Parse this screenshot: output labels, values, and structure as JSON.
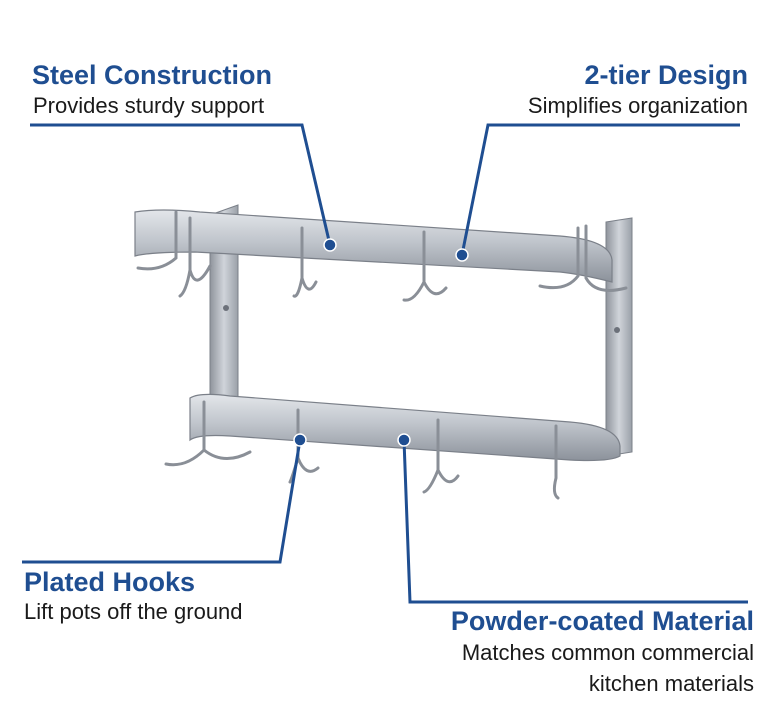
{
  "colors": {
    "accent": "#1f4e91",
    "steel_light": "#d4d8de",
    "steel_mid": "#a9aeb6",
    "steel_dark": "#7b8089",
    "hook": "#8a8f97"
  },
  "callouts": {
    "steel": {
      "title": "Steel Construction",
      "desc": "Provides sturdy support"
    },
    "tier": {
      "title": "2-tier Design",
      "desc": "Simplifies organization"
    },
    "hooks": {
      "title": "Plated Hooks",
      "desc": "Lift pots off the ground"
    },
    "material": {
      "title": "Powder-coated Material",
      "desc_line1": "Matches common commercial",
      "desc_line2": "kitchen materials"
    }
  },
  "icons": {
    "product": "pot-rack-illustration"
  }
}
